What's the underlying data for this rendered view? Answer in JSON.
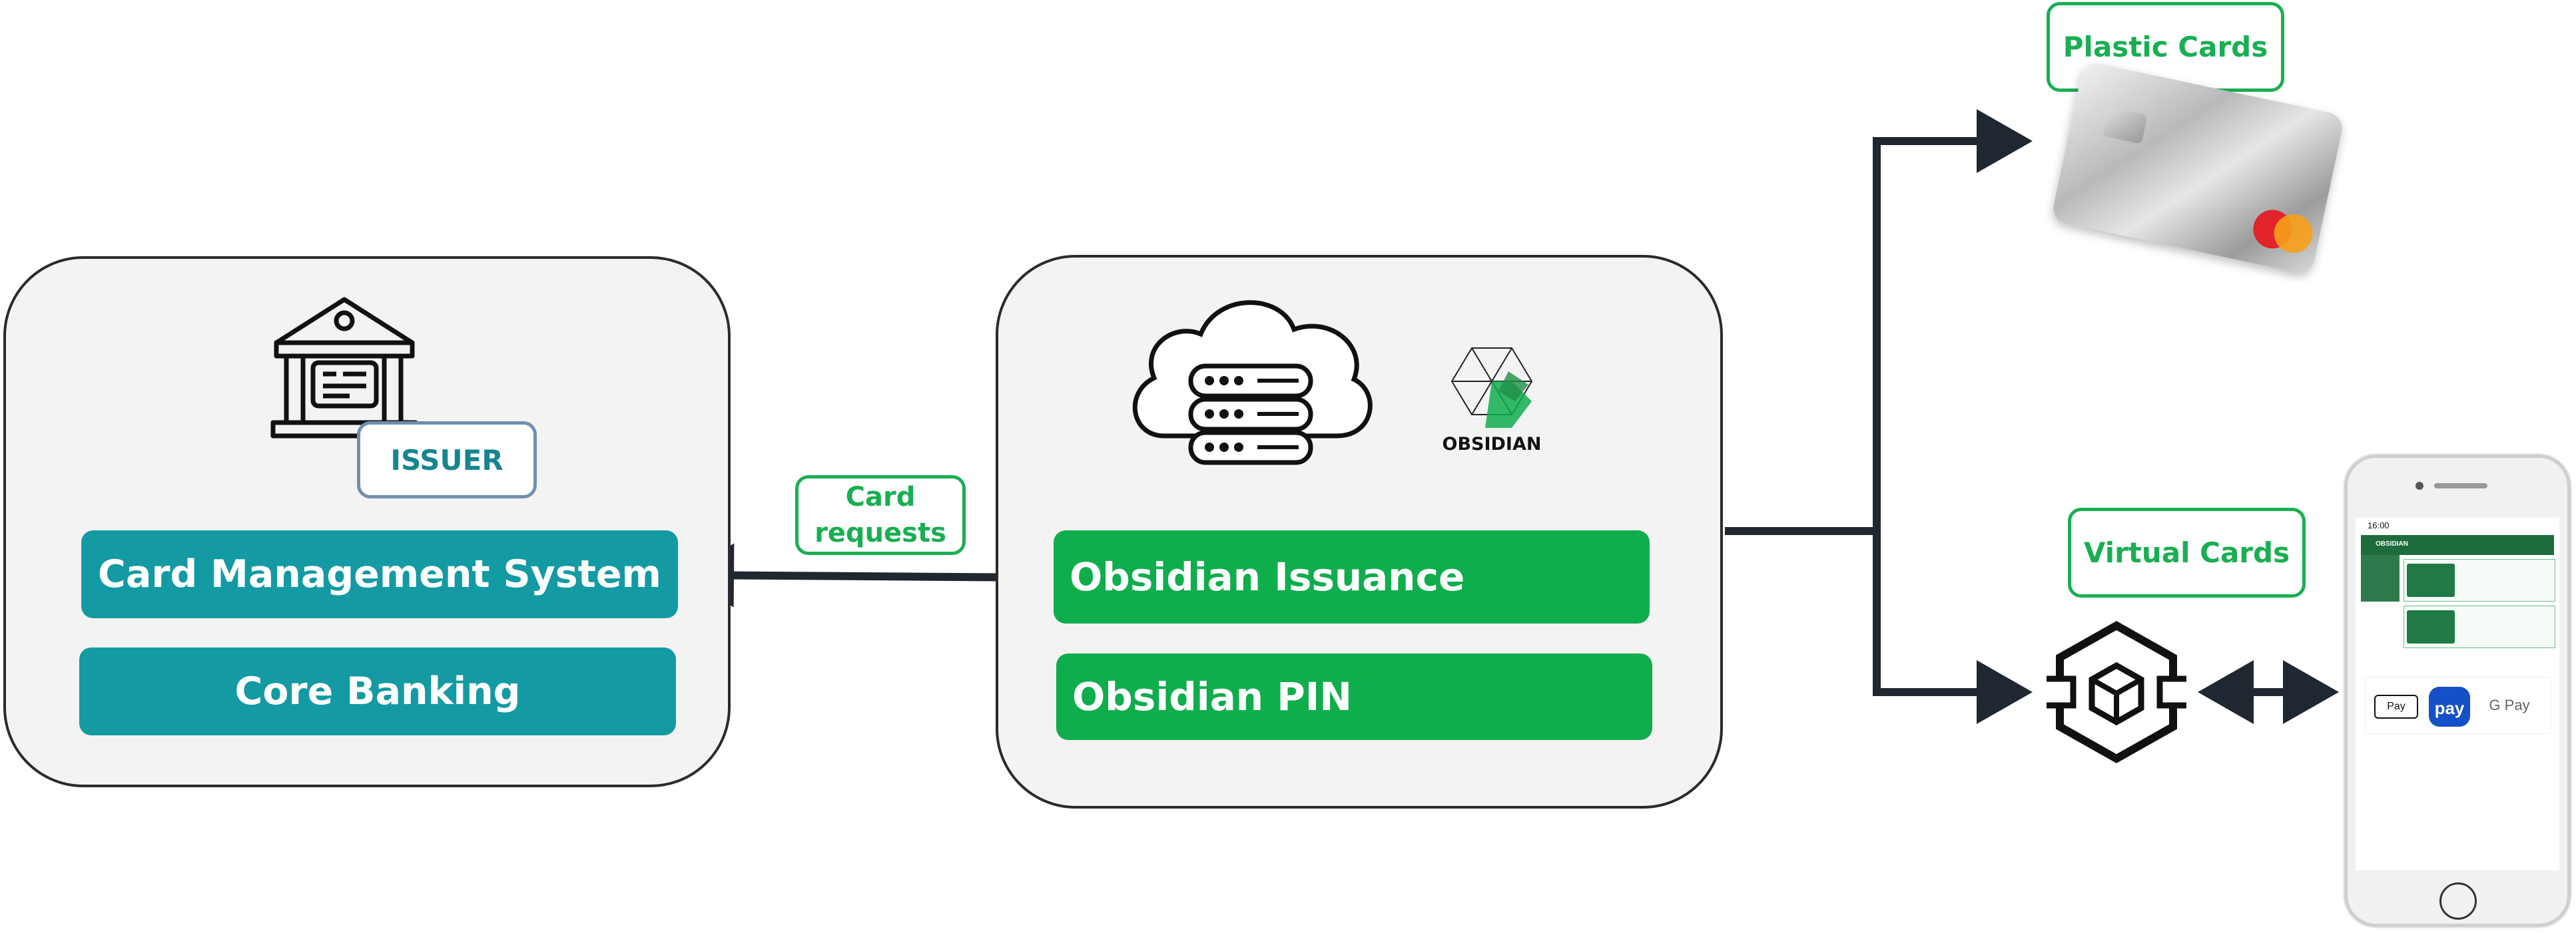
{
  "issuer_panel": {
    "badge": "ISSUER",
    "card_management_system": "Card Management System",
    "core_banking": "Core Banking"
  },
  "connector_label": "Card requests",
  "obsidian_panel": {
    "logo_text": "OBSIDIAN",
    "issuance": "Obsidian Issuance",
    "pin": "Obsidian PIN"
  },
  "outputs": {
    "plastic_cards": "Plastic Cards",
    "virtual_cards": "Virtual Cards"
  },
  "phone": {
    "time": "16:00",
    "app_name": "OBSIDIAN",
    "wallets": [
      "Pay",
      "pay",
      "G Pay"
    ]
  },
  "colors": {
    "teal": "#139aa3",
    "green": "#0fad4c",
    "dark": "#1f2730"
  }
}
